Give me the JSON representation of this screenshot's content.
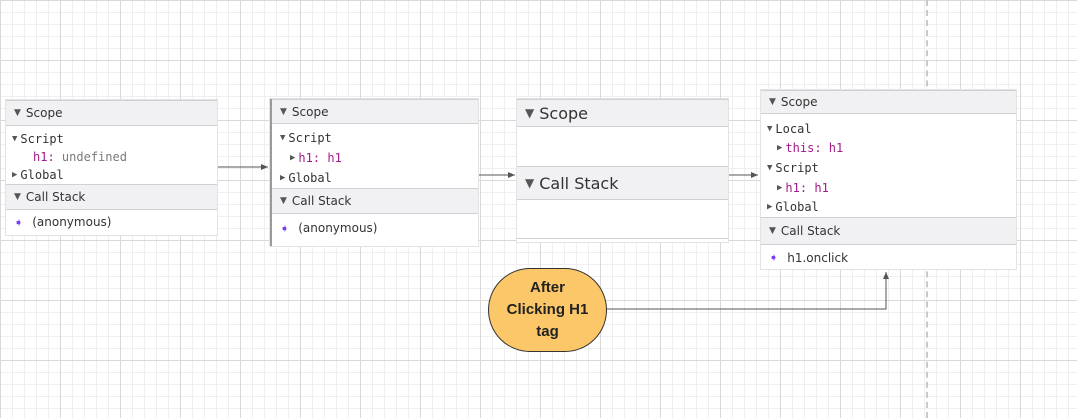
{
  "panel1": {
    "scope_label": "Scope",
    "script_label": "Script",
    "var_name": "h1:",
    "var_value": "undefined",
    "global_label": "Global",
    "callstack_label": "Call Stack",
    "frame": "(anonymous)"
  },
  "panel2": {
    "scope_label": "Scope",
    "script_label": "Script",
    "var_name": "h1:",
    "var_value": "h1",
    "global_label": "Global",
    "callstack_label": "Call Stack",
    "frame": "(anonymous)"
  },
  "panel3": {
    "scope_label": "Scope",
    "callstack_label": "Call Stack"
  },
  "panel4": {
    "scope_label": "Scope",
    "local_label": "Local",
    "this_name": "this:",
    "this_value": "h1",
    "script_label": "Script",
    "var_name": "h1:",
    "var_value": "h1",
    "global_label": "Global",
    "callstack_label": "Call Stack",
    "frame": "h1.onclick"
  },
  "bubble": {
    "line1": "After",
    "line2": "Clicking H1",
    "line3": "tag"
  },
  "colors": {
    "keyword": "#a31a86",
    "frame_icon": "#7a3cf0",
    "bubble_fill": "#fcc768",
    "header_bg": "#f1f1f3"
  }
}
